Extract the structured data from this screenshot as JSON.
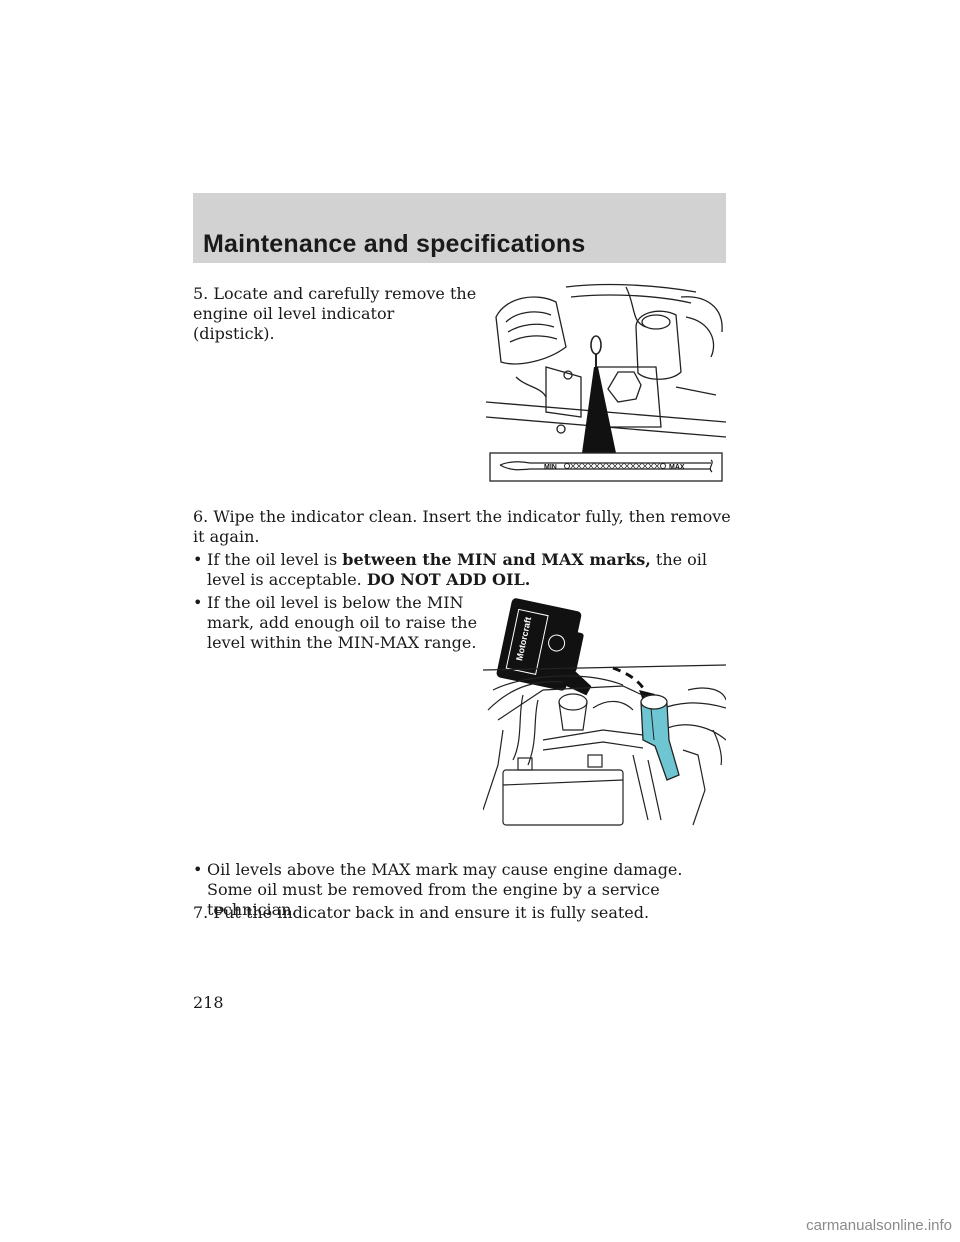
{
  "header": {
    "title": "Maintenance and specifications"
  },
  "steps": {
    "step5": "5. Locate and carefully remove the engine oil level indicator (dipstick).",
    "step6": "6. Wipe the indicator clean. Insert the indicator fully, then remove it again.",
    "step7": "7. Put the indicator back in and ensure it is fully seated."
  },
  "bullets": {
    "symbol": "•",
    "b1_pre": "If the oil level is ",
    "b1_bold": "between the MIN and MAX marks,",
    "b1_mid": " the oil level is acceptable. ",
    "b1_bold2": "DO NOT ADD OIL.",
    "b2": "If the oil level is below the MIN mark, add enough oil to raise the level within the MIN-MAX range.",
    "b3": "Oil levels above the MAX mark may cause engine damage. Some oil must be removed from the engine by a service technician."
  },
  "figure1": {
    "min_label": "MIN",
    "max_label": "MAX"
  },
  "figure2": {
    "bottle_label": "Motorcraft"
  },
  "page_number": "218",
  "watermark": "carmanualsonline.info",
  "colors": {
    "header_band": "#d2d2d2",
    "funnel_fill": "#6fc6d3",
    "text": "#1a1a1a"
  }
}
